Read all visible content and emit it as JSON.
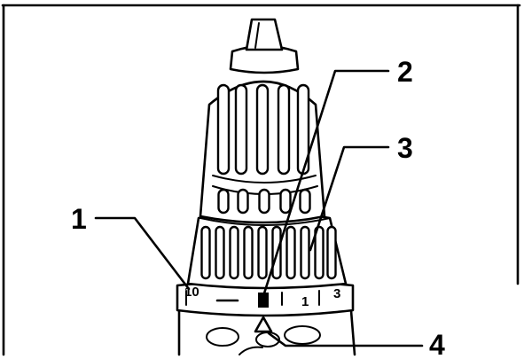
{
  "callouts": [
    {
      "id": "1",
      "label": "1"
    },
    {
      "id": "2",
      "label": "2"
    },
    {
      "id": "3",
      "label": "3"
    },
    {
      "id": "4",
      "label": "4"
    }
  ],
  "collar_scale": {
    "left_mark": "10",
    "mid_mark": "1",
    "right_mark": "3"
  },
  "colors": {
    "ink": "#000000",
    "paper": "#ffffff"
  }
}
